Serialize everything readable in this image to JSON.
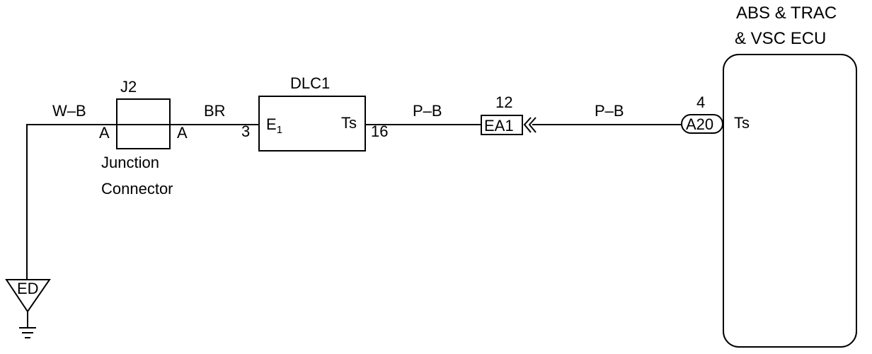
{
  "ecu": {
    "title_line1": "ABS & TRAC",
    "title_line2": "& VSC ECU",
    "pin_label": "Ts"
  },
  "connector_a20": {
    "name": "A20",
    "pin": "4"
  },
  "connector_ea1": {
    "name": "EA1",
    "pin": "12"
  },
  "dlc1": {
    "name": "DLC1",
    "left_pin_name": "E",
    "left_pin_subscript": "1",
    "right_pin_name": "Ts",
    "left_pin_number": "3",
    "right_pin_number": "16"
  },
  "junction": {
    "name": "J2",
    "left_terminal": "A",
    "right_terminal": "A",
    "caption_line1": "Junction",
    "caption_line2": "Connector"
  },
  "wires": {
    "ecu_to_ea1": "P–B",
    "ea1_to_dlc1": "P–B",
    "dlc1_to_junction": "BR",
    "junction_to_ground": "W–B"
  },
  "ground": {
    "name": "ED"
  }
}
